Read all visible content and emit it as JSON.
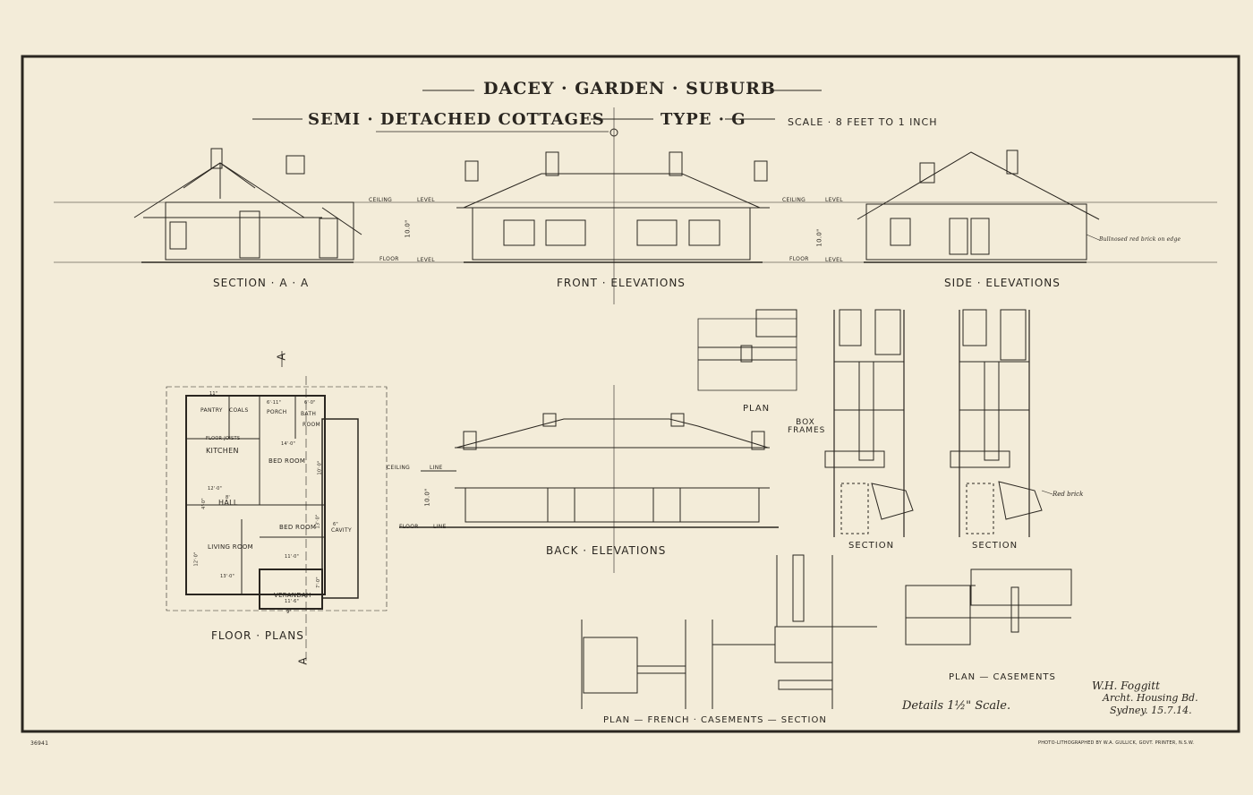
{
  "header": {
    "title": "DACEY · GARDEN · SUBURB",
    "subtitle_left": "SEMI · DETACHED COTTAGES",
    "subtitle_type": "TYPE · G",
    "scale": "SCALE · 8 FEET TO 1 INCH"
  },
  "elevations": {
    "section_aa": "SECTION · A · A",
    "front": "FRONT · ELEVATIONS",
    "side": "SIDE · ELEVATIONS",
    "back": "BACK · ELEVATIONS",
    "ceiling": "CEILING",
    "level": "LEVEL",
    "floor": "FLOOR",
    "line": "LINE",
    "height": "10.0\"",
    "side_note": "Bullnosed red brick on edge"
  },
  "floor_plan": {
    "title": "FLOOR · PLANS",
    "section_marker": "A",
    "rooms": {
      "pantry": "PANTRY",
      "coals": "COALS",
      "porch": "PORCH",
      "bath": "BATH",
      "room": "ROOM",
      "kitchen": "KITCHEN",
      "bed_room_1": "BED ROOM",
      "hall": "HALL",
      "bed_room_2": "BED ROOM",
      "living_room": "LIVING ROOM",
      "verandah": "VERANDAH",
      "cavity": "CAVITY",
      "floor_joists": "FLOOR JOISTS"
    },
    "dims": {
      "d1": "11\"",
      "d2": "6'·11\"",
      "d3": "6'·0\"",
      "d4": "14'·0\"",
      "d5": "10'·0\"",
      "d6": "12'·0\"",
      "d7": "8'",
      "d8": "12'·0\"",
      "d9": "13'·0\"",
      "d10": "11'·0\"",
      "d11": "13'·0\"",
      "d12": "11'·6\"",
      "d13": "9\"",
      "d14": "4'·0\"",
      "d15": "7'·0\"",
      "d16": "6\""
    }
  },
  "details": {
    "plan_top": "PLAN",
    "box_frames": "BOX FRAMES",
    "section_1": "SECTION",
    "section_2": "SECTION",
    "red_brick": "Red brick",
    "plan_casements": "PLAN — CASEMENTS",
    "french_casements": "PLAN — FRENCH · CASEMENTS — SECTION",
    "scale_note": "Details 1½\" Scale."
  },
  "signature": {
    "name": "W.H. Foggitt",
    "role": "Archt. Housing Bd.",
    "place_date": "Sydney. 15.7.14."
  },
  "footer": {
    "sheet_no": "36941",
    "printer": "PHOTO-LITHOGRAPHED BY W.A. GULLICK, GOVT. PRINTER, N.S.W."
  }
}
